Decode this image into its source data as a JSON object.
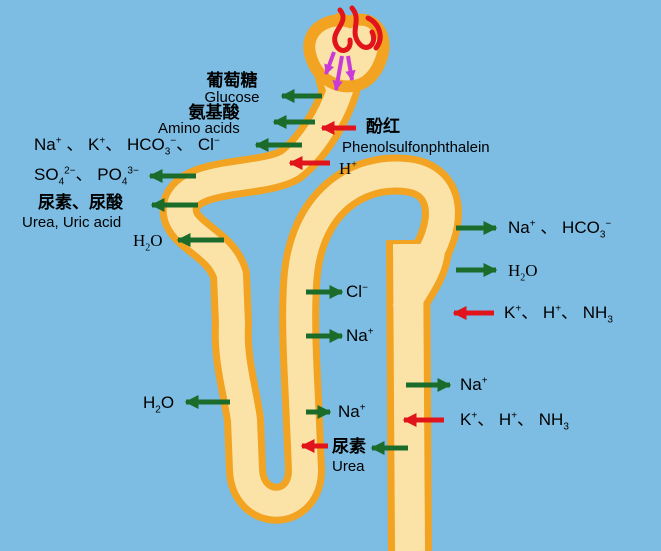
{
  "colors": {
    "background": "#7dbde3",
    "tubule_fill": "#fbe3a8",
    "tubule_wall": "#f1a321",
    "reabsorption_arrow": "#1b6b2a",
    "secretion_arrow": "#e1141b",
    "glomerulus": "#e1141b",
    "filtration_arrow": "#c93bd9"
  },
  "proximal": {
    "glucose_cn": "葡萄糖",
    "glucose_en": "Glucose",
    "amino_cn": "氨基酸",
    "amino_en": "Amino acids",
    "pspt_cn": "酚红",
    "pspt_en": "Phenolsulfonphthalein",
    "h": "H",
    "h_sup": "+",
    "ions": {
      "na": "Na",
      "na_sup": "+",
      "sep1": "、",
      "k": "K",
      "k_sup": "+",
      "sep2": "、",
      "hco3": "HCO",
      "hco3_sub": "3",
      "hco3_sup": "−",
      "sep3": "、",
      "cl": "Cl",
      "cl_sup": "−"
    },
    "so4": "SO",
    "so4_sub": "4",
    "so4_sup": "2−",
    "sep4": "、",
    "po4": "PO",
    "po4_sub": "4",
    "po4_sup": "3−",
    "urea_cn": "尿素、尿酸",
    "urea_en": "Urea, Uric acid",
    "h2o_h": "H",
    "h2o_2": "2",
    "h2o_o": "O"
  },
  "loop": {
    "h2o_h": "H",
    "h2o_2": "2",
    "h2o_o": "O",
    "cl": "Cl",
    "cl_sup": "−",
    "na1": "Na",
    "na1_sup": "+",
    "na2": "Na",
    "na2_sup": "+",
    "urea_cn": "尿素",
    "urea_en": "Urea"
  },
  "distal": {
    "na": "Na",
    "na_sup": "+",
    "sep": "、",
    "hco3": "HCO",
    "hco3_sub": "3",
    "hco3_sup": "−",
    "h2o_h": "H",
    "h2o_2": "2",
    "h2o_o": "O",
    "k": "K",
    "k_sup": "+",
    "sep1": "、",
    "h": "H",
    "h_sup": "+",
    "sep2": "、",
    "nh": "NH",
    "nh_sub": "3"
  },
  "collecting": {
    "na": "Na",
    "na_sup": "+",
    "k": "K",
    "k_sup": "+",
    "sep1": "、",
    "h": "H",
    "h_sup": "+",
    "sep2": "、",
    "nh": "NH",
    "nh_sub": "3"
  }
}
